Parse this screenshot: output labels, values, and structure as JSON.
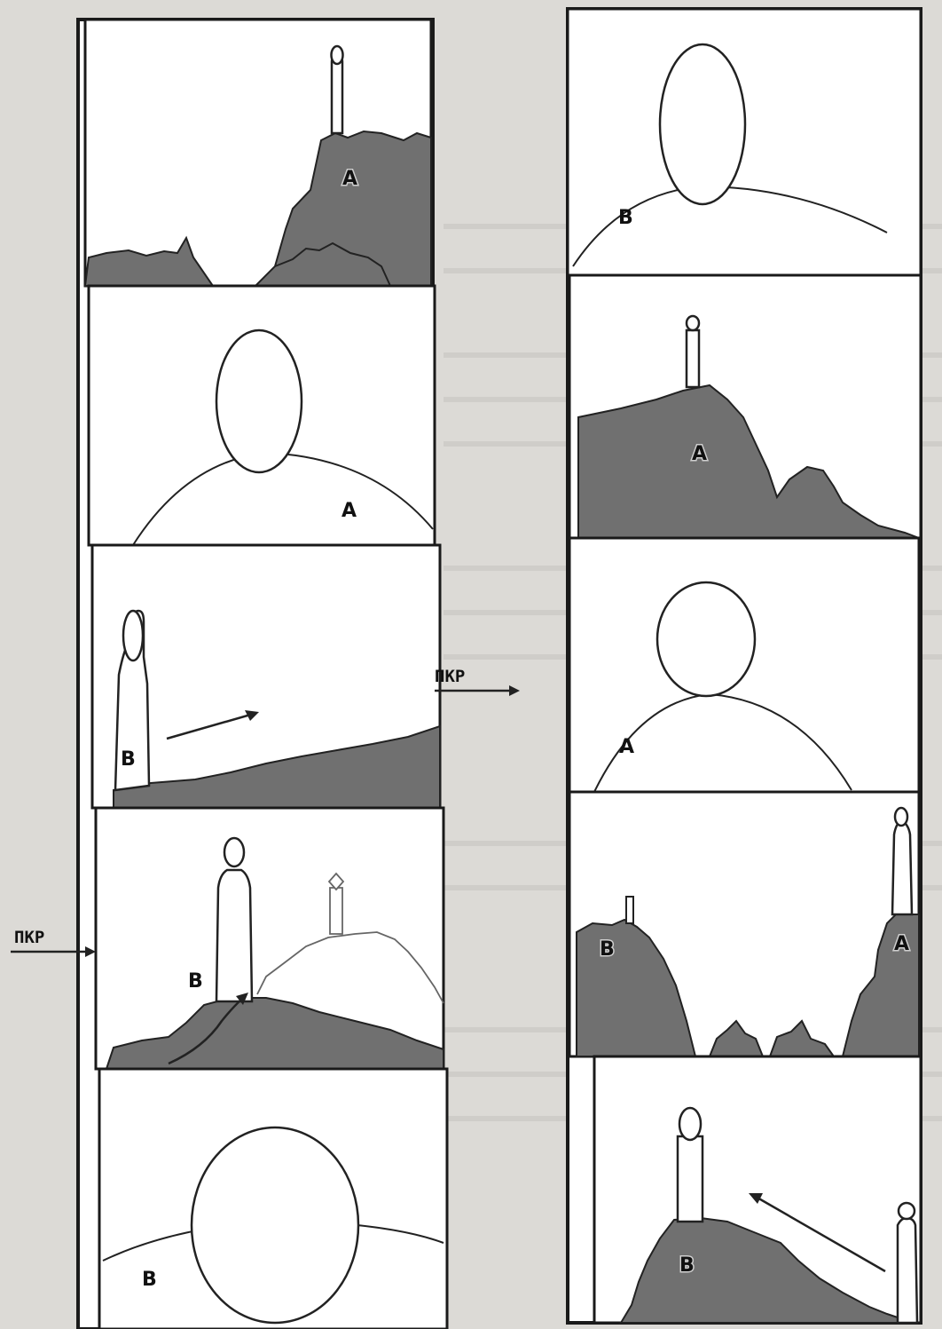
{
  "left_strip": {
    "frames": [
      {
        "label": "A"
      },
      {
        "label": "A"
      },
      {
        "label": "B"
      },
      {
        "label": "B"
      },
      {
        "label": "B"
      }
    ]
  },
  "right_strip": {
    "frames": [
      {
        "label": "B"
      },
      {
        "label": "A"
      },
      {
        "label": "A"
      },
      {
        "label_left": "B",
        "label_right": "A"
      },
      {
        "label": "B"
      }
    ]
  },
  "markers": {
    "pkr_center": "ПКР",
    "pkr_left": "ПКР"
  },
  "colors": {
    "frame_stroke": "#1a1a1a",
    "terrain_fill": "#6e6e6e",
    "paper": "#ffffff"
  }
}
